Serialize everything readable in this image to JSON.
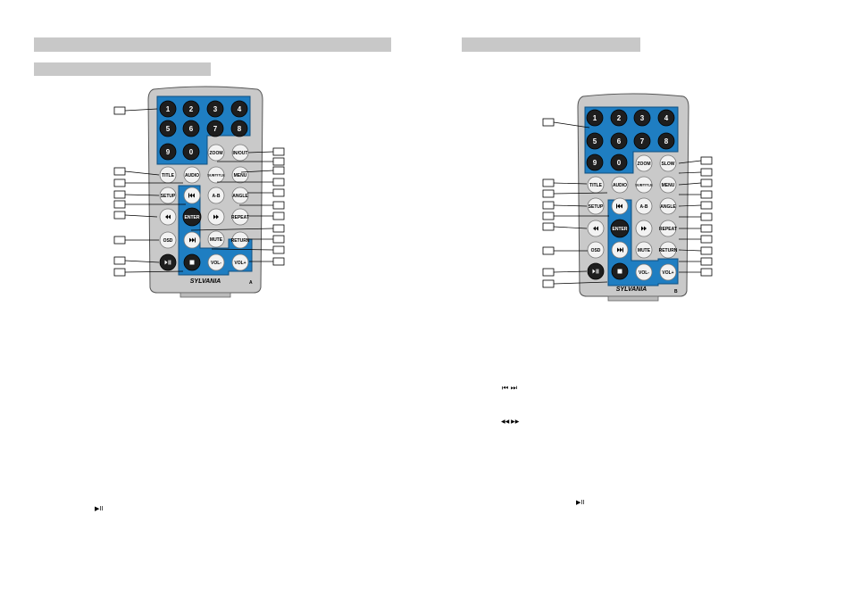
{
  "remote_a": {
    "digits": [
      "1",
      "2",
      "3",
      "4",
      "5",
      "6",
      "7",
      "8",
      "9",
      "0"
    ],
    "labels": {
      "zoom": "ZOOM",
      "in_out": "IN/OUT",
      "title": "TITLE",
      "audio": "AUDIO",
      "subtitle": "SUBTITLE",
      "menu": "MENU",
      "setup": "SETUP",
      "a_b": "A-B",
      "angle": "ANGLE",
      "enter": "ENTER",
      "repeat": "REPEAT",
      "osd": "OSD",
      "mute": "MUTE",
      "return": "RETURN",
      "vol_minus": "VOL-",
      "vol_plus": "VOL+"
    },
    "brand": "SYLVANIA",
    "model_letter": "A",
    "icons": {
      "prev": "skip-previous-icon",
      "next": "skip-next-icon",
      "rewind": "rewind-icon",
      "forward": "fast-forward-icon",
      "play_pause": "play-pause-icon",
      "stop": "stop-icon"
    }
  },
  "remote_b": {
    "digits": [
      "1",
      "2",
      "3",
      "4",
      "5",
      "6",
      "7",
      "8",
      "9",
      "0"
    ],
    "labels": {
      "zoom": "ZOOM",
      "slow": "SLOW",
      "title": "TITLE",
      "audio": "AUDIO",
      "subtitle": "SUBTITLE",
      "menu": "MENU",
      "setup": "SETUP",
      "a_b": "A-B",
      "angle": "ANGLE",
      "enter": "ENTER",
      "repeat": "REPEAT",
      "osd": "OSD",
      "mute": "MUTE",
      "return": "RETURN",
      "vol_minus": "VOL-",
      "vol_plus": "VOL+"
    },
    "brand": "SYLVANIA",
    "model_letter": "B"
  },
  "inline_symbols": {
    "skip_pair": "⏮ ⏭",
    "seek_pair": "◀◀ ▶▶",
    "play_pause": "▶II"
  },
  "colors": {
    "panel": "#1f7ec2",
    "remote_body": "#c9c9c9",
    "button_dark": "#222222",
    "button_light": "#f2f2f2",
    "header_bar": "#c8c8c8"
  }
}
